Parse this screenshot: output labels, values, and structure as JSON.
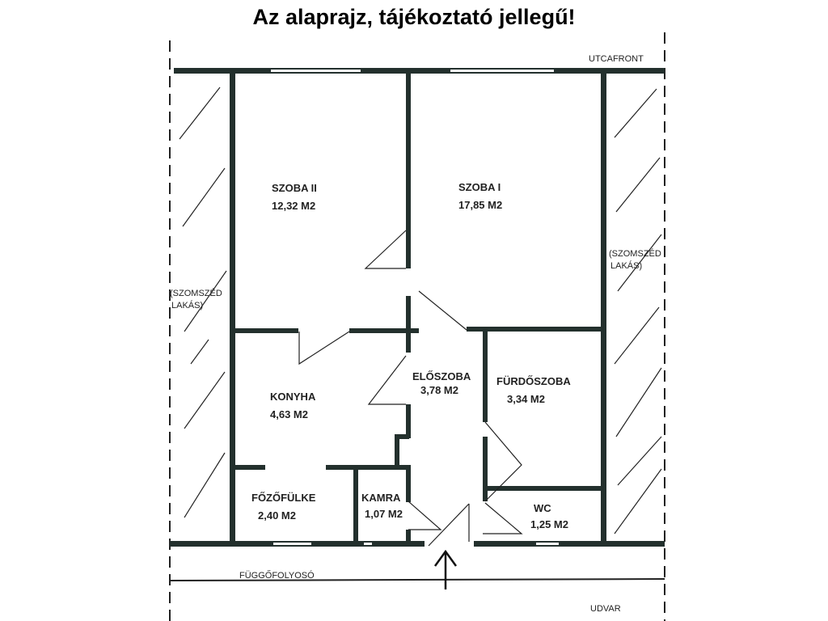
{
  "title": "Az alaprajz, tájékoztató jellegű!",
  "labels": {
    "street": "UTCAFRONT",
    "courtyard": "UDVAR",
    "corridor": "FÜGGŐFOLYOSÓ",
    "neighbor_left": [
      "(SZOMSZÉD",
      "LAKÁS)"
    ],
    "neighbor_right": [
      "(SZOMSZÉD",
      "LAKÁS)"
    ]
  },
  "rooms": [
    {
      "name": "SZOBA II",
      "area": "12,32 M2"
    },
    {
      "name": "SZOBA I",
      "area": "17,85 M2"
    },
    {
      "name": "ELŐSZOBA",
      "area": "3,78 M2"
    },
    {
      "name": "FÜRDŐSZOBA",
      "area": "3,34 M2"
    },
    {
      "name": "KONYHA",
      "area": "4,63 M2"
    },
    {
      "name": "FŐZŐFÜLKE",
      "area": "2,40 M2"
    },
    {
      "name": "KAMRA",
      "area": "1,07 M2"
    },
    {
      "name": "WC",
      "area": "1,25 M2"
    }
  ],
  "colors": {
    "wall": "#23302d",
    "background": "#ffffff"
  }
}
